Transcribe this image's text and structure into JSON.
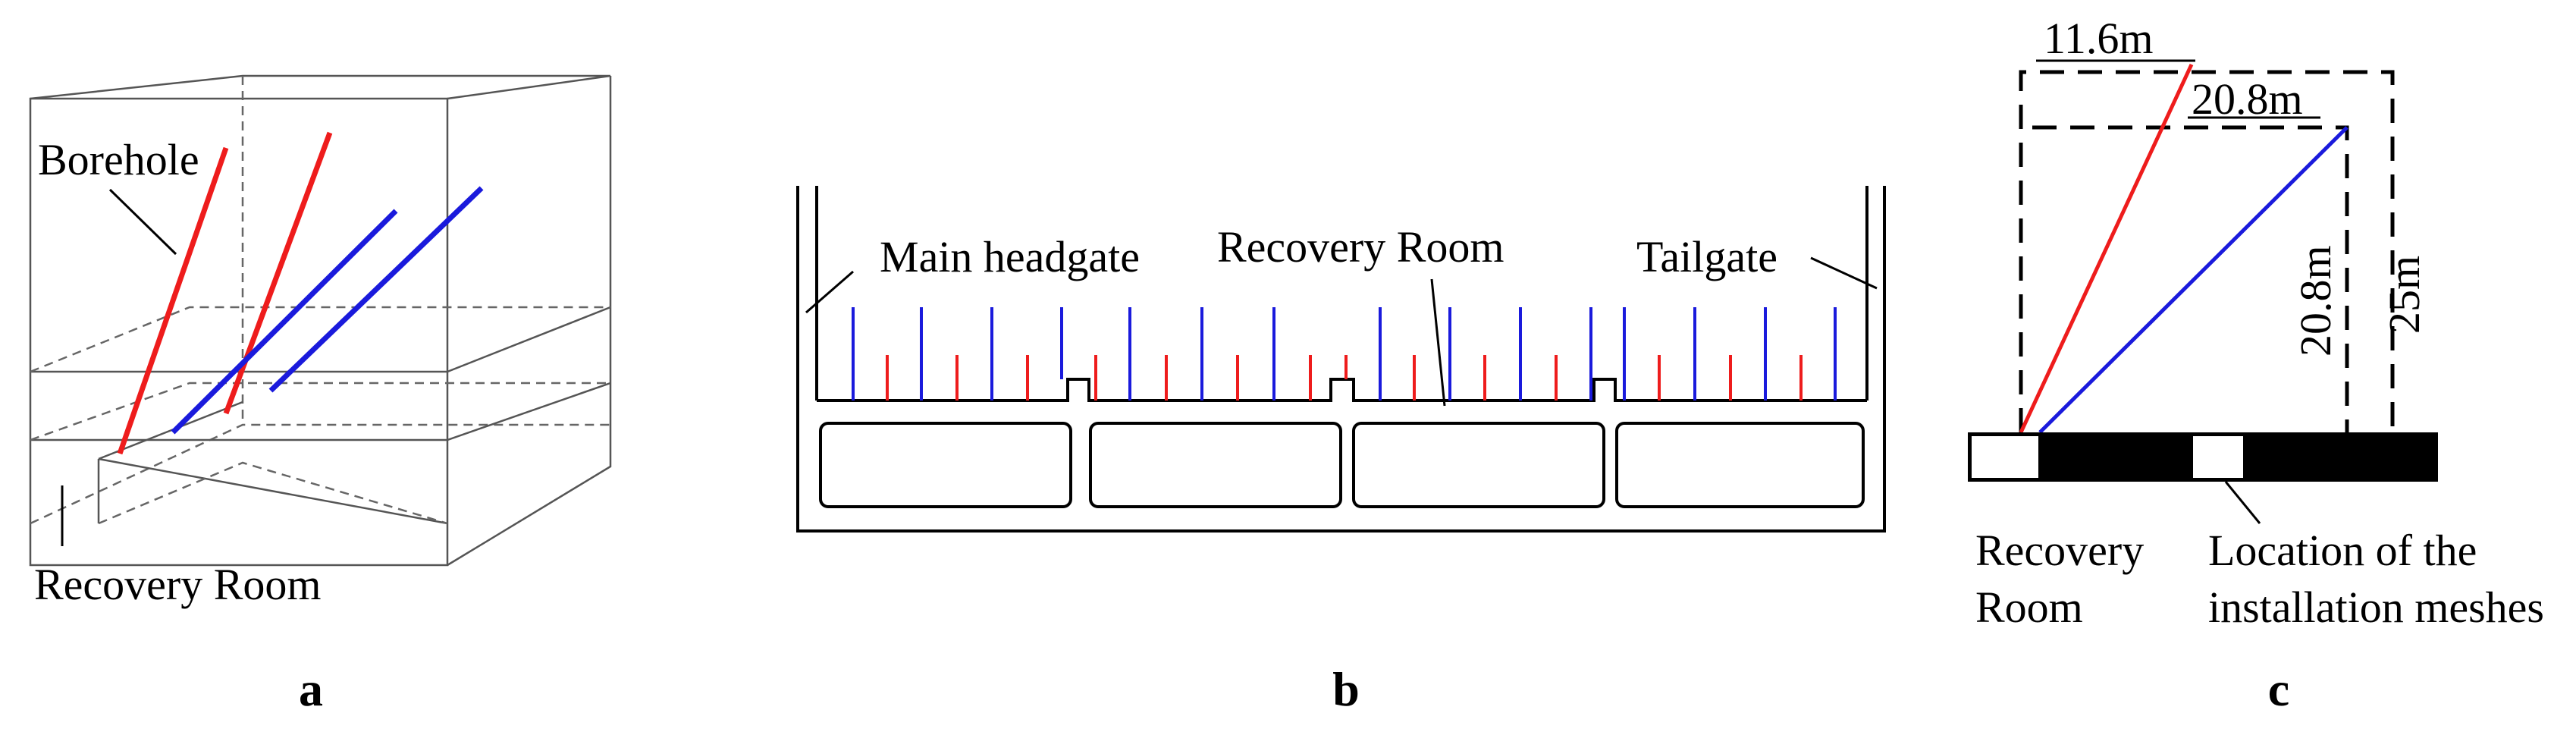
{
  "panel_a": {
    "borehole_label": "Borehole",
    "recovery_label": "Recovery Room",
    "caption": "a"
  },
  "panel_b": {
    "main_headgate_label": "Main headgate",
    "recovery_label": "Recovery Room",
    "tailgate_label": "Tailgate",
    "caption": "b"
  },
  "panel_c": {
    "dim_red": "11.6m",
    "dim_blue": "20.8m",
    "dim_vertical_inner": "20.8m",
    "dim_vertical_outer": "25m",
    "recovery_label_line1": "Recovery",
    "recovery_label_line2": "Room",
    "meshes_label_line1": "Location of the",
    "meshes_label_line2": "installation meshes",
    "caption": "c"
  },
  "colors": {
    "red_borehole": "#ee1c1c",
    "blue_borehole": "#1a1adc",
    "outline": "#000000"
  }
}
